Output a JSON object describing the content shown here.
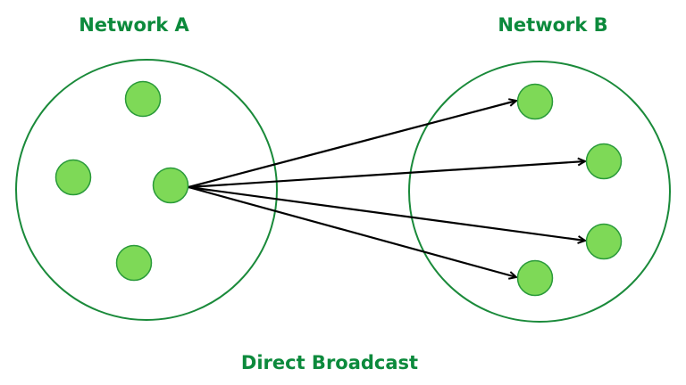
{
  "titles": {
    "network_a": "Network A",
    "network_b": "Network B",
    "caption": "Direct Broadcast"
  },
  "colors": {
    "title": "#0c8a3c",
    "network_outline": "#1a8a3a",
    "node_fill": "#7ed957",
    "node_outline": "#2a9a3a",
    "arrow": "#000000"
  },
  "networks": [
    {
      "id": "A",
      "label": "Network A",
      "node_count": 4,
      "source_node_index": 2
    },
    {
      "id": "B",
      "label": "Network B",
      "node_count": 4
    }
  ],
  "broadcast": {
    "from": "Network A node 3",
    "to": "all nodes in Network B",
    "arrow_count": 4
  }
}
